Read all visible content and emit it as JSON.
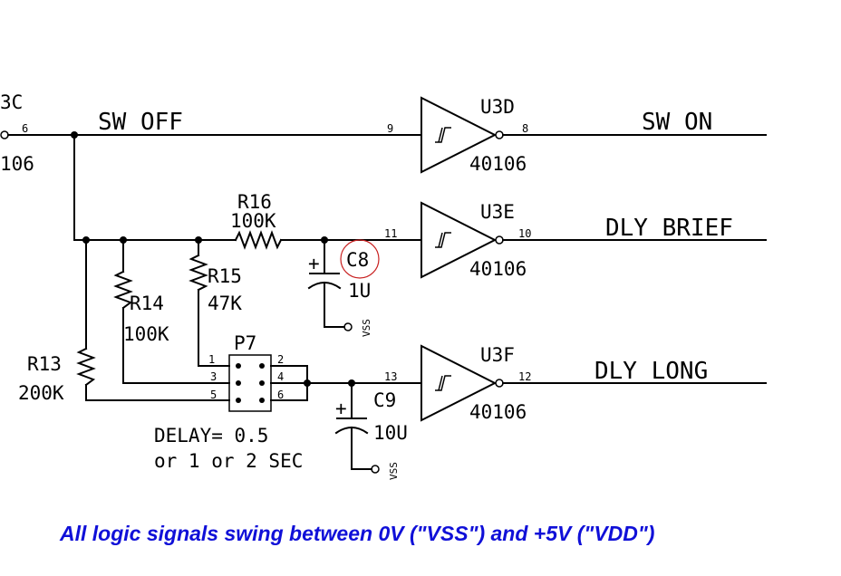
{
  "nets": {
    "sw_off": "SW_OFF",
    "sw_on": "SW_ON",
    "dly_brief": "DLY BRIEF",
    "dly_long": "DLY_LONG"
  },
  "partial_gate": {
    "ref": "3C",
    "pin": "6",
    "part": "106"
  },
  "gates": [
    {
      "ref": "U3D",
      "part": "40106",
      "in_pin": "9",
      "out_pin": "8"
    },
    {
      "ref": "U3E",
      "part": "40106",
      "in_pin": "11",
      "out_pin": "10"
    },
    {
      "ref": "U3F",
      "part": "40106",
      "in_pin": "13",
      "out_pin": "12"
    }
  ],
  "resistors": {
    "r16": {
      "ref": "R16",
      "value": "100K"
    },
    "r15": {
      "ref": "R15",
      "value": "47K"
    },
    "r14": {
      "ref": "R14",
      "value": "100K"
    },
    "r13": {
      "ref": "R13",
      "value": "200K"
    }
  },
  "capacitors": {
    "c8": {
      "ref": "C8",
      "value": "1U",
      "polarity": "+",
      "ground": "VSS"
    },
    "c9": {
      "ref": "C9",
      "value": "10U",
      "polarity": "+",
      "ground": "VSS"
    }
  },
  "jumper": {
    "ref": "P7",
    "pins": [
      "1",
      "2",
      "3",
      "4",
      "5",
      "6"
    ]
  },
  "delay_note": {
    "line1": "DELAY= 0.5",
    "line2": "or 1 or 2 SEC"
  },
  "caption": "All logic signals swing between  0V (\"VSS\")  and +5V (\"VDD\")",
  "colors": {
    "caption": "#1010d8",
    "highlight_circle": "#c82020",
    "wire": "#000000"
  }
}
